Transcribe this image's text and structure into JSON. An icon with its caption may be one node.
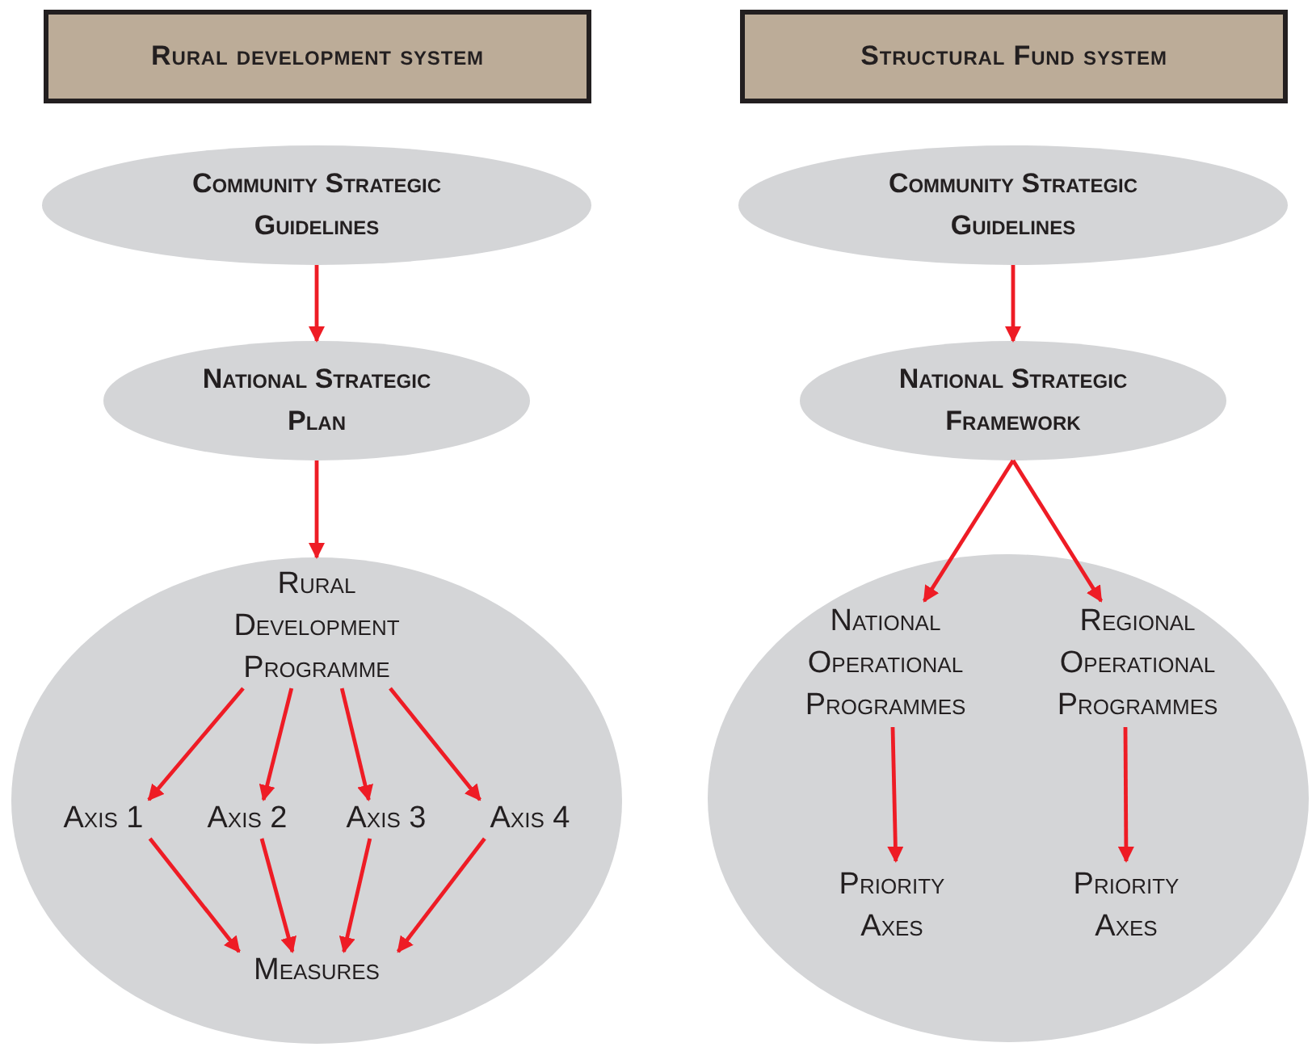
{
  "diagram": {
    "nodes": [
      {
        "text": [
          "Rural development system"
        ]
      },
      {
        "text": [
          "Community Strategic Guidelines"
        ]
      },
      {
        "text": [
          "National Strategic Plan"
        ]
      },
      {
        "text": [],
        "shape": "circle"
      },
      {
        "text": [
          "Rural Development Programme"
        ],
        "in": 3
      },
      {
        "text": [
          "Axis 1"
        ],
        "in": 3
      },
      {
        "text": [
          "Axis 2"
        ],
        "in": 3
      },
      {
        "text": [
          "Axis 3"
        ],
        "in": 3
      },
      {
        "text": [
          "Axis 4"
        ],
        "in": 3
      },
      {
        "text": [
          "Measures"
        ],
        "in": 3
      },
      {
        "text": [
          "Structural Fund system"
        ]
      },
      {
        "text": [
          "Community Strategic Guidelines"
        ]
      },
      {
        "text": [
          "National Strategic Framework"
        ]
      },
      {
        "text": [],
        "shape": "circle"
      },
      {
        "text": [
          "National Operational Programmes"
        ],
        "in": 13
      },
      {
        "text": [
          "Regional Operational Programmes"
        ],
        "in": 13
      },
      {
        "text": [
          "Priority Axes"
        ],
        "in": 13
      },
      {
        "text": [
          "Priority Axes"
        ],
        "in": 13
      }
    ],
    "edges": [
      {
        "from": 1,
        "to": 2,
        "arrow": "to"
      },
      {
        "from": 2,
        "to": 3,
        "arrow": "to"
      },
      {
        "from": 4,
        "to": 5,
        "arrow": "to"
      },
      {
        "from": 4,
        "to": 6,
        "arrow": "to"
      },
      {
        "from": 4,
        "to": 7,
        "arrow": "to"
      },
      {
        "from": 4,
        "to": 8,
        "arrow": "to"
      },
      {
        "from": 5,
        "to": 9,
        "arrow": "to"
      },
      {
        "from": 6,
        "to": 9,
        "arrow": "to"
      },
      {
        "from": 7,
        "to": 9,
        "arrow": "to"
      },
      {
        "from": 8,
        "to": 9,
        "arrow": "to"
      },
      {
        "from": 11,
        "to": 12,
        "arrow": "to"
      },
      {
        "from": 12,
        "to": 14,
        "arrow": "to"
      },
      {
        "from": 12,
        "to": 15,
        "arrow": "to"
      },
      {
        "from": 14,
        "to": 16,
        "arrow": "to"
      },
      {
        "from": 15,
        "to": 17,
        "arrow": "to"
      }
    ]
  }
}
